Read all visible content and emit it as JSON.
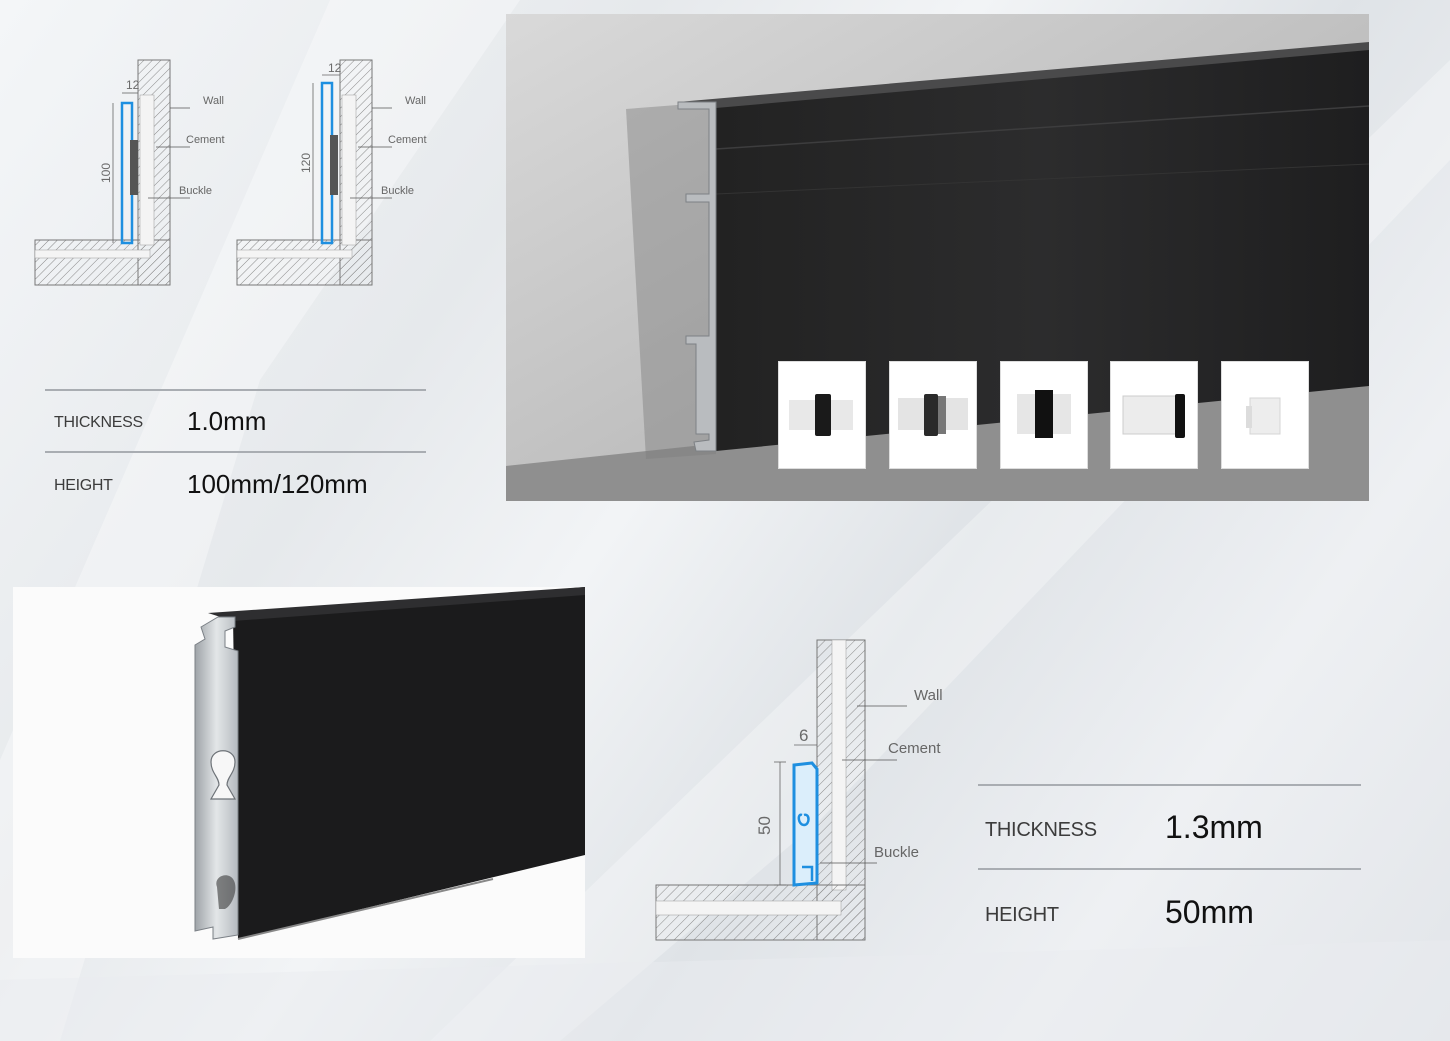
{
  "diagram_100_120": {
    "left": {
      "dim_top": "12",
      "dim_side": "100",
      "label_wall": "Wall",
      "label_cement": "Cement",
      "label_buckle": "Buckle"
    },
    "right": {
      "dim_top": "12",
      "dim_side": "120",
      "label_wall": "Wall",
      "label_cement": "Cement",
      "label_buckle": "Buckle"
    }
  },
  "spec_1": {
    "thickness_label": "THICKNESS",
    "thickness_value": "1.0mm",
    "height_label": "HEIGHT",
    "height_value": "100mm/120mm"
  },
  "diagram_50": {
    "dim_top": "6",
    "dim_side": "50",
    "label_wall": "Wall",
    "label_cement": "Cement",
    "label_buckle": "Buckle"
  },
  "spec_2": {
    "thickness_label": "THICKNESS",
    "thickness_value": "1.3mm",
    "height_label": "HEIGHT",
    "height_value": "50mm"
  },
  "product_photo": {
    "clip_thumbnails": [
      "clip-1",
      "clip-2",
      "clip-3",
      "clip-4",
      "clip-5"
    ]
  },
  "colors": {
    "profile_black": "#1b1b1c",
    "section_blue": "#1e8fe0",
    "aluminum": "#c9cdd1"
  }
}
